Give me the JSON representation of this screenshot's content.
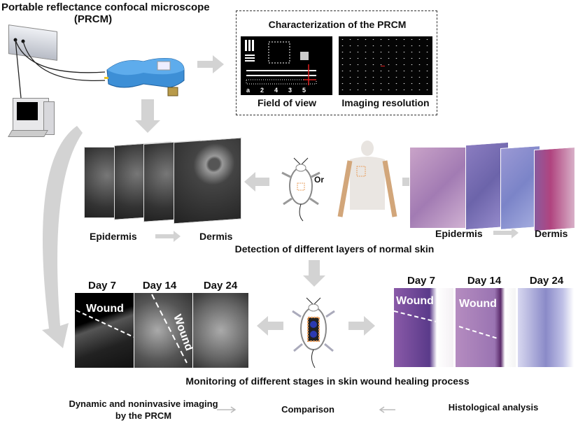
{
  "top": {
    "title_line1": "Portable reflectance confocal microscope",
    "title_line2": "(PRCM)"
  },
  "characterization": {
    "title": "Characterization of the PRCM",
    "fov_label": "Field of view",
    "resolution_label": "Imaging resolution",
    "target_numbers": [
      "a",
      "2",
      "4",
      "3",
      "5"
    ]
  },
  "normal_skin": {
    "or_label": "Or",
    "confocal_epidermis": "Epidermis",
    "confocal_dermis": "Dermis",
    "histo_epidermis": "Epidermis",
    "histo_dermis": "Dermis",
    "caption": "Detection of different layers of normal skin"
  },
  "wound": {
    "confocal_days": [
      "Day 7",
      "Day 14",
      "Day 24"
    ],
    "histo_days": [
      "Day 7",
      "Day 14",
      "Day 24"
    ],
    "wound_label": "Wound",
    "caption": "Monitoring of different stages in skin wound healing process"
  },
  "bottom": {
    "left_line1": "Dynamic and noninvasive imaging",
    "left_line2": "by the PRCM",
    "center": "Comparison",
    "right": "Histological analysis"
  },
  "colors": {
    "arrow": "#d0d0d0",
    "device_blue": "#3d8fd6",
    "accent_red": "#e02020"
  }
}
